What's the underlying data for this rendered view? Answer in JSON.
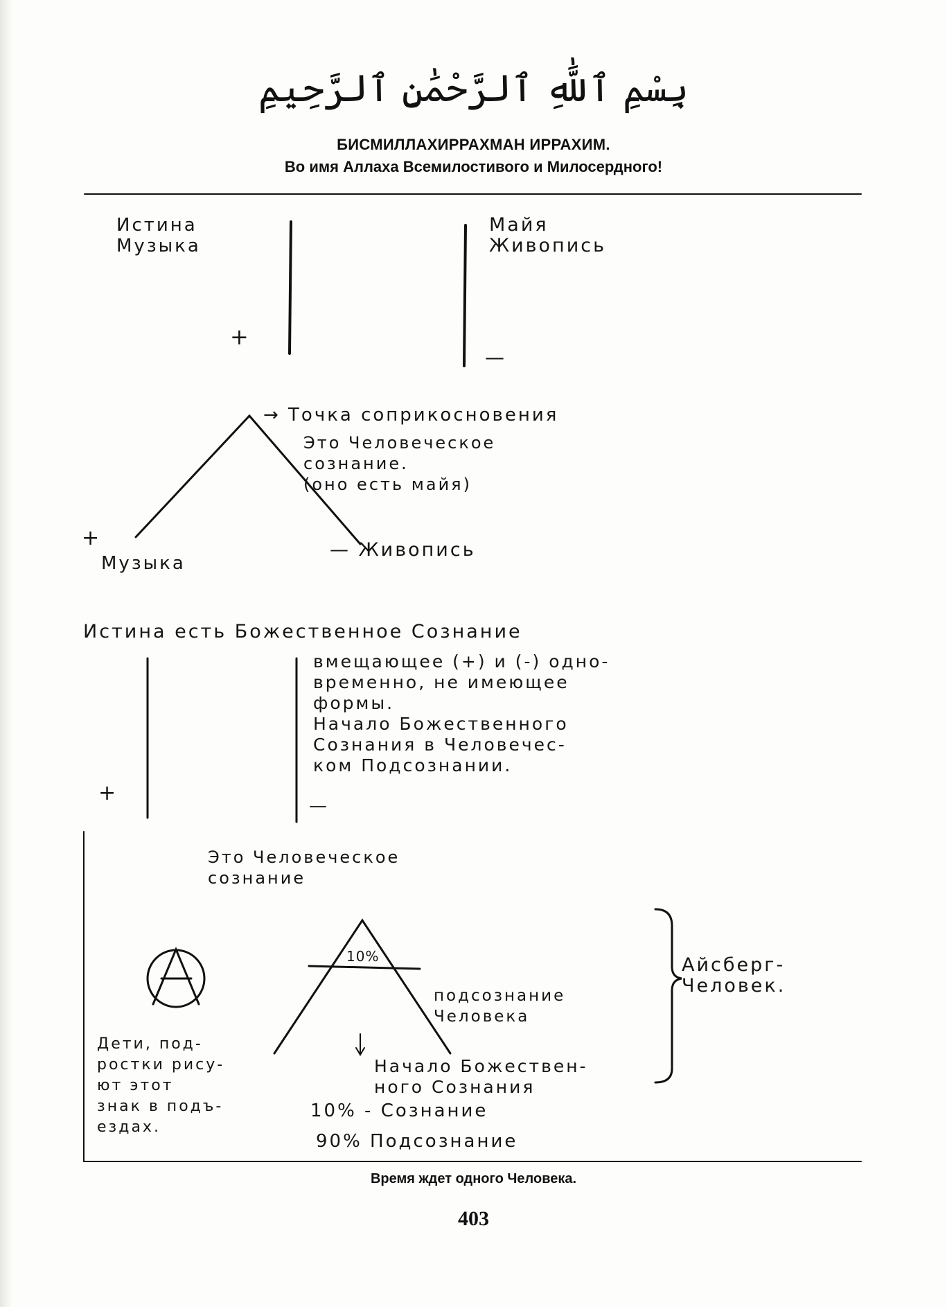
{
  "header": {
    "calligraphy": "بِسْمِ ٱللَّٰهِ ٱلرَّحْمَٰنِ ٱلرَّحِيمِ",
    "title": "БИСМИЛЛАХИРРАХМАН ИРРАХИМ.",
    "subtitle": "Во имя Аллаха Всемилостивого и Милосердного!"
  },
  "section1": {
    "left_label": "Истина\nМузыка",
    "right_label": "Майя\nЖивопись",
    "plus": "+",
    "minus": "—"
  },
  "section2": {
    "apex_label": "→ Точка соприкосновения",
    "apex_desc": "Это Человеческое\nсознание.\n(оно есть майя)",
    "left_sign": "+",
    "left_label": "Музыка",
    "right_label": "— Живопись"
  },
  "section3": {
    "title": "Истина есть Божественное Сознание",
    "body": "вмещающее (+) и (-) одно-\nвременно, не имеющее\nформы.\nНачало Божественного\nСознания в Человечес-\nком Подсознании.",
    "plus": "+",
    "minus": "—"
  },
  "section4": {
    "top_label": "Это Человеческое\nсознание",
    "triangle_percent": "10%",
    "subconscious_label": "подсознание\nЧеловека",
    "divine_label": "Начало Божествен-\nного Сознания",
    "iceberg_label": "Айсберг-\nЧеловек.",
    "children_note": "Дети, под-\nростки рису-\nют этот\nзнак в подъ-\nездах.",
    "ratio_conscious": "10% - Сознание",
    "ratio_subconscious": "90% Подсознание"
  },
  "footer": {
    "caption": "Время ждет одного Человека.",
    "page_number": "403"
  }
}
